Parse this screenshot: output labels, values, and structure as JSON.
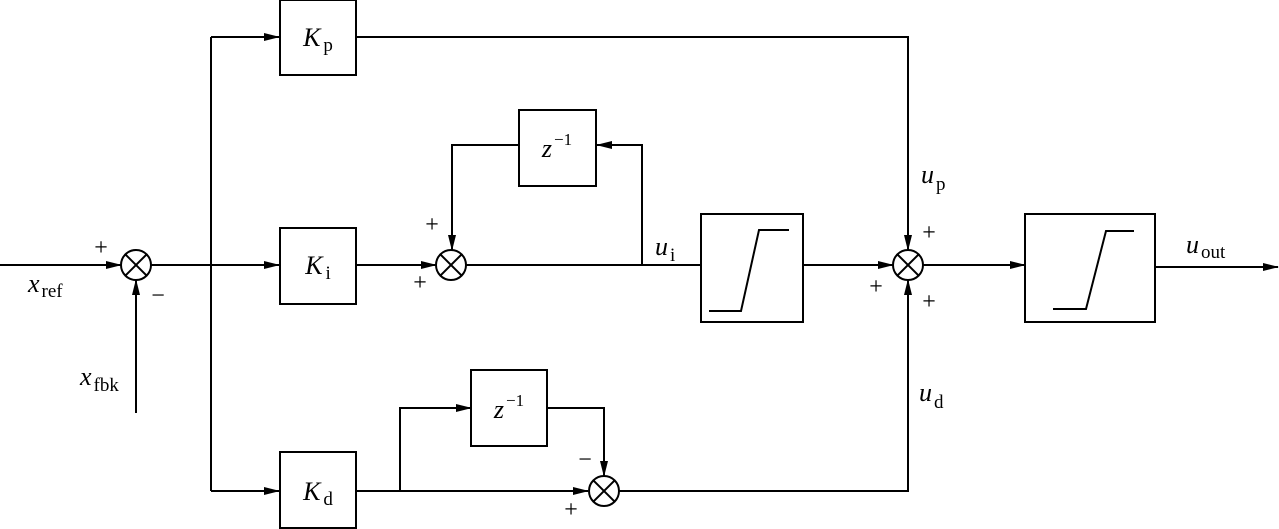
{
  "signals": {
    "x_ref": {
      "main": "x",
      "sub": "ref"
    },
    "x_fbk": {
      "main": "x",
      "sub": "fbk"
    },
    "u_p": {
      "main": "u",
      "sub": "p"
    },
    "u_i": {
      "main": "u",
      "sub": "i"
    },
    "u_d": {
      "main": "u",
      "sub": "d"
    },
    "u_out": {
      "main": "u",
      "sub": "out"
    }
  },
  "blocks": {
    "kp": {
      "main": "K",
      "sub": "p"
    },
    "ki": {
      "main": "K",
      "sub": "i"
    },
    "kd": {
      "main": "K",
      "sub": "d"
    },
    "delay_i": {
      "main": "z",
      "sup": "−1"
    },
    "delay_d": {
      "main": "z",
      "sup": "−1"
    }
  },
  "signs": {
    "plus": "+",
    "minus": "−"
  }
}
